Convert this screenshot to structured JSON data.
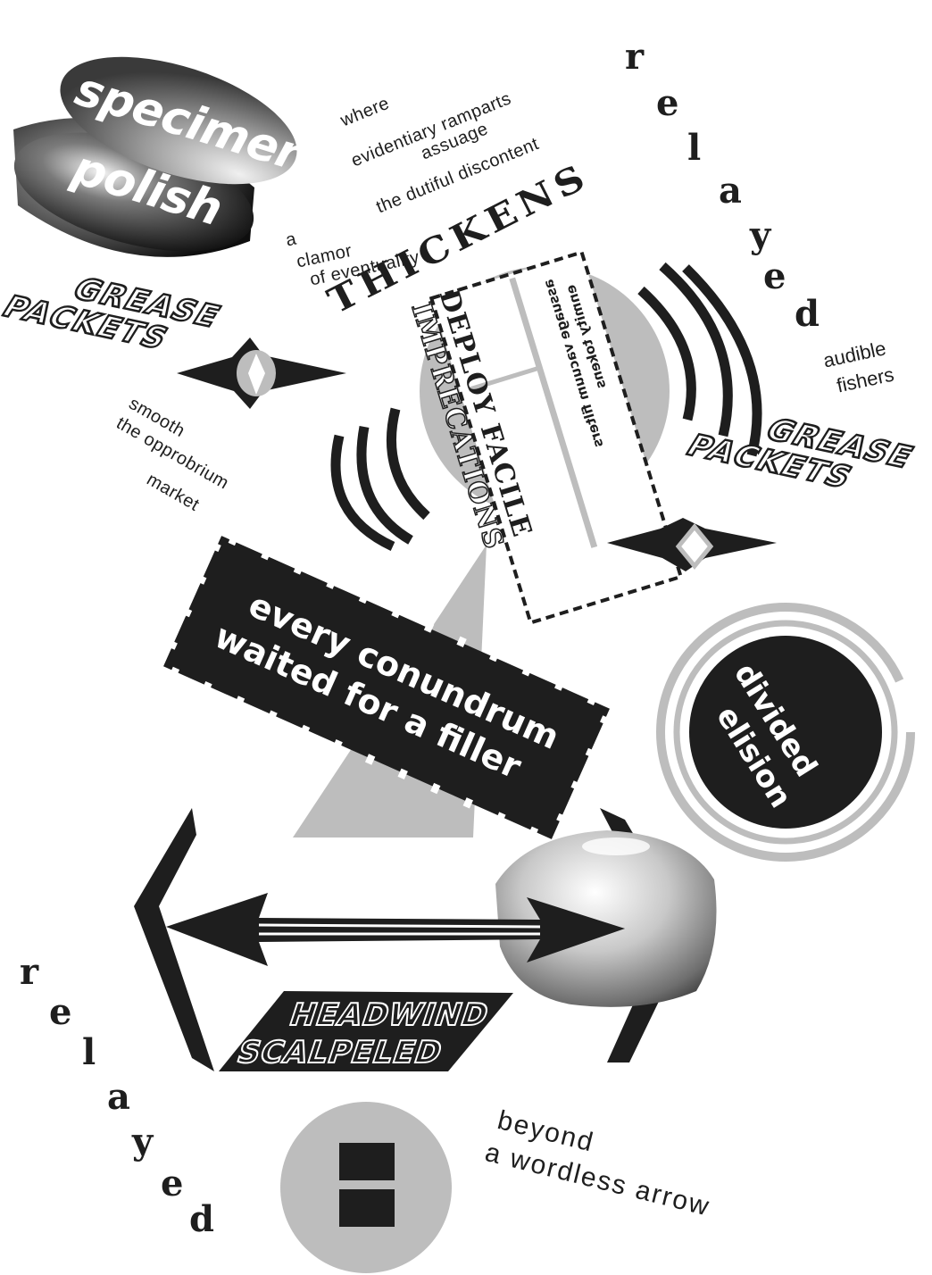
{
  "colors": {
    "ink": "#1e1e1e",
    "gray": "#bdbdbd",
    "paper": "#ffffff",
    "midgray": "#8a8a8a"
  },
  "blocks": {
    "specimen": "specimen",
    "polish": "polish",
    "ramparts": [
      "where",
      "evidentiary ramparts",
      "assuage",
      "the dutiful discontent"
    ],
    "relayed_top": "relayed",
    "clamor": [
      "a",
      "clamor",
      "of eventuality"
    ],
    "thickens": "THICKENS",
    "grease_packets": [
      "GREASE",
      "PACKETS"
    ],
    "deploy": [
      "DEPLOY FACILE",
      "IMPRECATIONS"
    ],
    "enmity": [
      "enmity tokens",
      "assuage vacuum filters"
    ],
    "audible": [
      "audible",
      "fishers"
    ],
    "smooth": [
      "smooth",
      "the opprobrium",
      "market"
    ],
    "conundrum": [
      "every conundrum",
      "waited for a filler"
    ],
    "divided": [
      "divided",
      "elision"
    ],
    "headwind": [
      "HEADWIND",
      "SCALPELED"
    ],
    "relayed_bottom": "relayed",
    "beyond": [
      "beyond",
      "a wordless arrow"
    ]
  }
}
